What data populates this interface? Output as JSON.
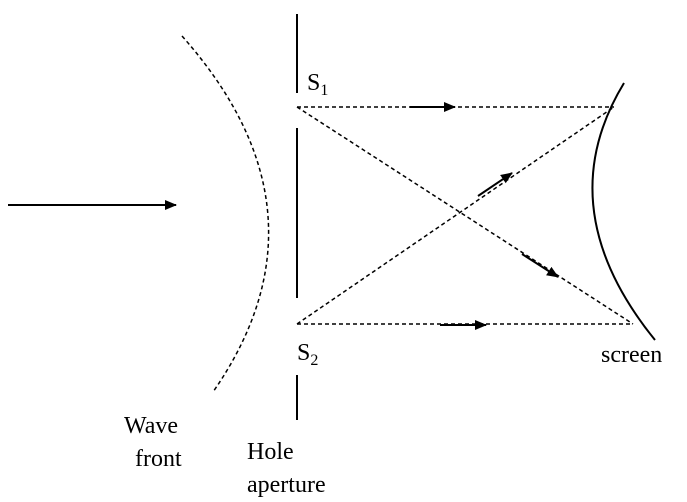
{
  "labels": {
    "s1_letter": "S",
    "s1_subscript": "1",
    "s2_letter": "S",
    "s2_subscript": "2",
    "screen": "screen",
    "wavefront_line1": "Wave",
    "wavefront_line2": "front",
    "aperture_line1": "Hole",
    "aperture_line2": "aperture"
  },
  "colors": {
    "ink": "#000000",
    "background": "#ffffff"
  }
}
